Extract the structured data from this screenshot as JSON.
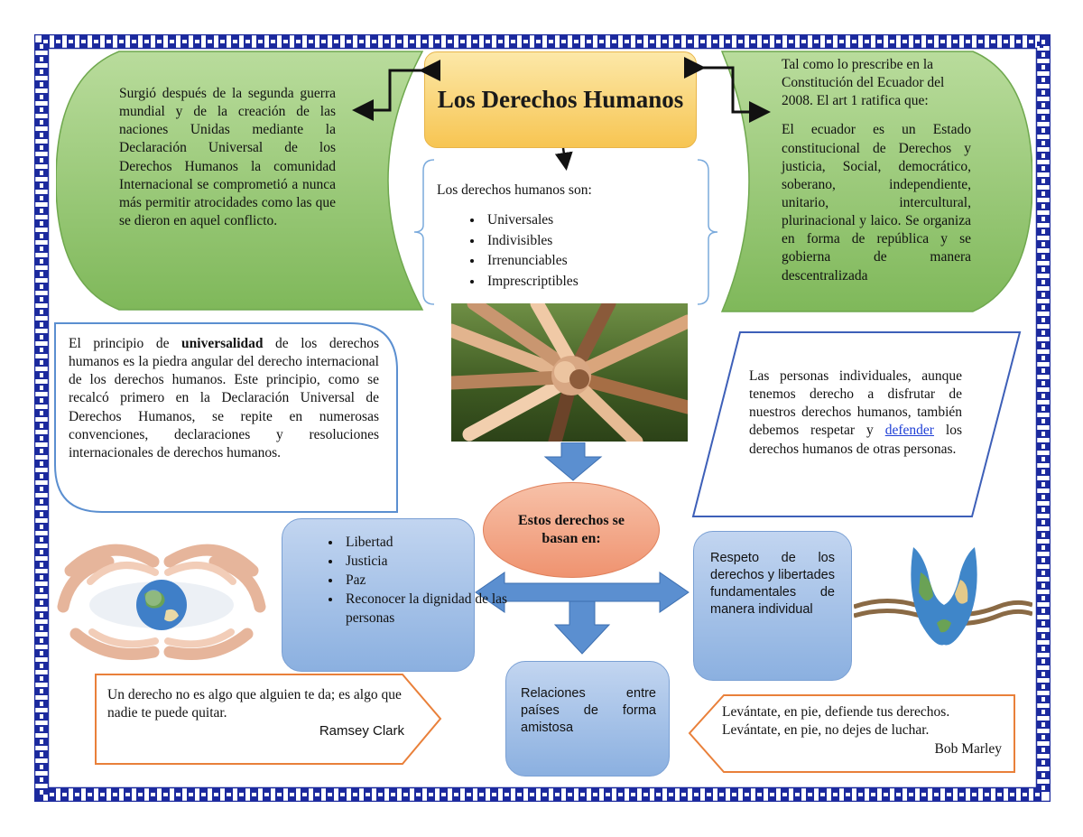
{
  "title": "Los Derechos Humanos",
  "left_green_text": "Surgió después de la segunda guerra mundial y de la creación de las naciones Unidas mediante la Declaración Universal de los Derechos Humanos la comunidad Internacional se comprometió a nunca más permitir atrocidades como las que se dieron en aquel conflicto.",
  "right_green": {
    "para1": "Tal como lo prescribe en la Constitución del Ecuador del 2008. El art 1 ratifica que:",
    "para2": "El ecuador es un Estado constitucional de Derechos y justicia, Social, democrático, soberano, independiente, unitario, intercultural, plurinacional y laico. Se organiza en forma de república y se gobierna de manera descentralizada"
  },
  "rights_are": {
    "heading": "Los derechos humanos son:",
    "items": [
      "Universales",
      "Indivisibles",
      "Irrenunciables",
      "Imprescriptibles"
    ]
  },
  "universality": {
    "before": "El principio de ",
    "bold": "universalidad",
    "after": " de los derechos humanos es la piedra angular del derecho internacional de los derechos humanos. Este principio, como se recalcó primero en la Declaración Universal de Derechos Humanos, se repite en numerosas convenciones, declaraciones y resoluciones internacionales de derechos humanos."
  },
  "individuals": {
    "before": "Las personas individuales, aunque tenemos derecho a disfrutar de nuestros derechos humanos, también debemos respetar y ",
    "link": "defender",
    "after": " los derechos humanos de otras personas."
  },
  "center_oval": "Estos derechos se basan en:",
  "basis_items": [
    "Libertad",
    "Justicia",
    "Paz",
    "Reconocer la dignidad de las personas"
  ],
  "right_blue_text": "Respeto de los derechos y libertades fundamentales de manera individual",
  "bottom_blue_text": "Relaciones entre países de forma amistosa",
  "quote_left": {
    "text": "Un derecho no es algo que alguien te da; es algo que nadie te puede quitar.",
    "author": "Ramsey Clark"
  },
  "quote_right": {
    "text": "Levántate, en pie, defiende tus derechos. Levántate, en pie, no dejes de luchar.",
    "author": "Bob Marley"
  },
  "colors": {
    "border_blue": "#1c2a9e",
    "green": "#8fc46e",
    "title_fill": "#f7c552",
    "arrow_blue": "#5b8fd0",
    "oval_orange": "#f2a07e",
    "quote_orange": "#e9803a"
  }
}
